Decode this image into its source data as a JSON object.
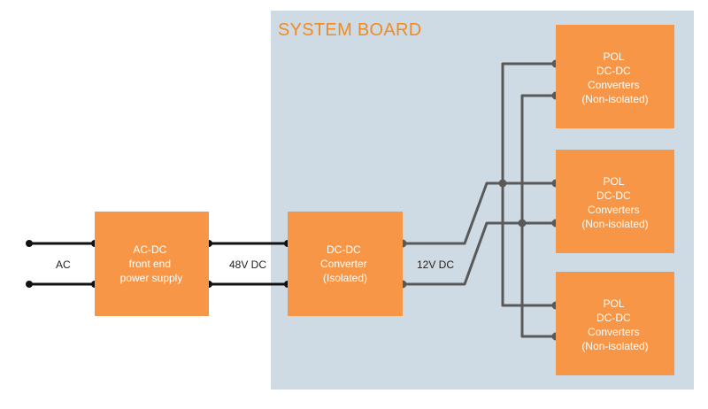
{
  "board": {
    "title": "SYSTEM BOARD"
  },
  "blocks": {
    "acdc": [
      "AC-DC",
      "front end",
      "power supply"
    ],
    "dcdc": [
      "DC-DC",
      "Converter",
      "(Isolated)"
    ],
    "pol": [
      "POL",
      "DC-DC",
      "Converters",
      "(Non-isolated)"
    ]
  },
  "labels": {
    "ac": "AC",
    "v48": "48V DC",
    "v12": "12V DC"
  },
  "colors": {
    "block": "#f79646",
    "board": "#cedbe4",
    "wire_black": "#111111",
    "wire_gray": "#595959"
  }
}
